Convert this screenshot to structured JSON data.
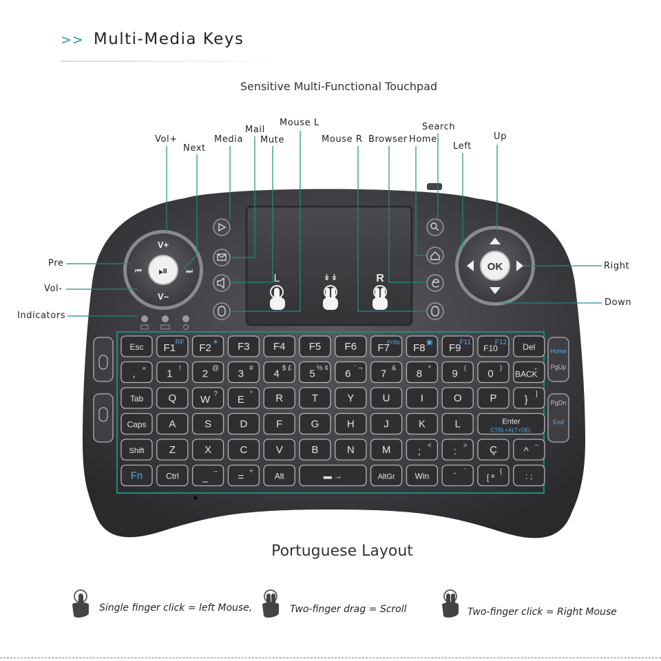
{
  "header": {
    "arrow": ">>",
    "title": "Multi-Media Keys"
  },
  "subtitle": "Sensitive Multi-Functional Touchpad",
  "labels": {
    "vol_up": "Vol+",
    "next": "Next",
    "media": "Media",
    "mail": "Mail",
    "mute": "Mute",
    "mouse_l": "Mouse L",
    "mouse_r": "Mouse R",
    "browser": "Browser",
    "home": "Home",
    "search": "Search",
    "left": "Left",
    "up": "Up",
    "pre": "Pre",
    "vol_down": "Vol-",
    "indicators": "Indicators",
    "right": "Right",
    "down": "Down"
  },
  "dpad": {
    "vol_up": "V+",
    "vol_down": "V–",
    "prev": "⏮",
    "next": "⏭",
    "play": "⏯",
    "ok": "OK"
  },
  "touchpad": {
    "left": "L",
    "right": "R",
    "scroll": "↡↡"
  },
  "keyboard_rows": [
    [
      {
        "m": "Esc"
      },
      {
        "m": "F1",
        "s": "RF"
      },
      {
        "m": "F2",
        "s": "☀"
      },
      {
        "m": "F3"
      },
      {
        "m": "F4"
      },
      {
        "m": "F5"
      },
      {
        "m": "F6"
      },
      {
        "m": "F7",
        "s": "PrtSc"
      },
      {
        "m": "F8",
        "s": "▣"
      },
      {
        "m": "F9",
        "s": "F11"
      },
      {
        "m": "F10",
        "s": "F12"
      },
      {
        "m": "Del"
      }
    ],
    [
      {
        "m": ",",
        "s": "«"
      },
      {
        "m": "1",
        "s": "!"
      },
      {
        "m": "2",
        "s": "@"
      },
      {
        "m": "3",
        "s": "#"
      },
      {
        "m": "4",
        "s": "$ £"
      },
      {
        "m": "5",
        "s": "% ¢"
      },
      {
        "m": "6",
        "s": "¨ ¬"
      },
      {
        "m": "7",
        "s": "&"
      },
      {
        "m": "8",
        "s": "*"
      },
      {
        "m": "9",
        "s": "("
      },
      {
        "m": "0",
        "s": ")"
      },
      {
        "m": "BACK",
        "s": "←"
      }
    ],
    [
      {
        "m": "Tab"
      },
      {
        "m": "Q"
      },
      {
        "m": "W",
        "s": "?"
      },
      {
        "m": "E",
        "s": "°"
      },
      {
        "m": "R"
      },
      {
        "m": "T"
      },
      {
        "m": "Y"
      },
      {
        "m": "U"
      },
      {
        "m": "I"
      },
      {
        "m": "O"
      },
      {
        "m": "P"
      },
      {
        "m": "}",
        "s": "]"
      }
    ],
    [
      {
        "m": "Caps"
      },
      {
        "m": "A"
      },
      {
        "m": "S"
      },
      {
        "m": "D"
      },
      {
        "m": "F"
      },
      {
        "m": "G"
      },
      {
        "m": "H"
      },
      {
        "m": "J"
      },
      {
        "m": "K"
      },
      {
        "m": "L"
      },
      {
        "m": "Enter",
        "s": "CTRL+ALT+DEL",
        "w": 2
      }
    ],
    [
      {
        "m": "Shift"
      },
      {
        "m": "Z"
      },
      {
        "m": "X"
      },
      {
        "m": "C"
      },
      {
        "m": "V"
      },
      {
        "m": "B"
      },
      {
        "m": "N"
      },
      {
        "m": "M"
      },
      {
        "m": ";",
        "s": "<"
      },
      {
        "m": ":",
        "s": ">"
      },
      {
        "m": "Ç"
      },
      {
        "m": "^",
        "s": "~"
      }
    ],
    [
      {
        "m": "Fn",
        "blue": true
      },
      {
        "m": "Ctrl"
      },
      {
        "m": "_",
        "s": "–"
      },
      {
        "m": "=",
        "s": "+"
      },
      {
        "m": "Alt"
      },
      {
        "m": "▬ →",
        "w": 2
      },
      {
        "m": "AltGr"
      },
      {
        "m": "Win"
      },
      {
        "m": "´",
        "s": "`"
      },
      {
        "m": "[ ª",
        "s": "{"
      },
      {
        "m": ": ;"
      }
    ]
  ],
  "side_keys": {
    "home": "Home",
    "pgup": "PgUp",
    "pgdn": "PgDn",
    "end": "End"
  },
  "layout_title": "Portuguese Layout",
  "legend": {
    "single": "Single finger click = left Mouse,",
    "drag": "Two-finger drag = Scroll",
    "two": "Two-finger click = Right Mouse"
  }
}
